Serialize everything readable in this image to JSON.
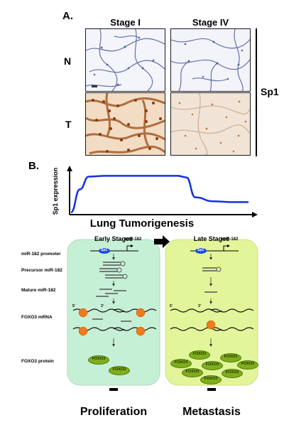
{
  "panel_a": {
    "letter": "A.",
    "col_headers": [
      "Stage I",
      "Stage IV"
    ],
    "row_labels": [
      "N",
      "T"
    ],
    "marker": "Sp1"
  },
  "panel_b": {
    "letter": "B.",
    "chart_data": {
      "type": "line",
      "ylabel": "Sp1 expression",
      "xlabel": "Lung Tumorigenesis",
      "x": [
        0,
        0.05,
        0.1,
        0.2,
        0.3,
        0.45,
        0.6,
        0.65,
        0.7,
        0.8,
        0.9,
        1.0
      ],
      "values": [
        0.02,
        0.6,
        0.92,
        0.94,
        0.94,
        0.94,
        0.94,
        0.9,
        0.4,
        0.3,
        0.28,
        0.28
      ],
      "series": [
        {
          "color": "#1530e0"
        }
      ]
    },
    "early_title": "Early Stages",
    "late_title": "Late Stages",
    "row_labels": [
      "miR-182 promoter",
      "Precursor miR-182",
      "Mature miR-182",
      "FOXO3 mRNA",
      "FOXO3 protein"
    ],
    "sp1_tag": "Sp1",
    "mir_tag": "miR-182",
    "foxo_tag": "FOXO3",
    "mrna_ends": [
      "5'",
      "3'"
    ],
    "outcome_early": "Proliferation",
    "outcome_late": "Metastasis",
    "colors": {
      "early_bg": "#c6f0d6",
      "late_bg": "#e3f59a",
      "foxo": "#7fae1c",
      "sp1": "#1f4fd6",
      "line": "#1530e0",
      "ribosome": "#f07a1c"
    }
  }
}
